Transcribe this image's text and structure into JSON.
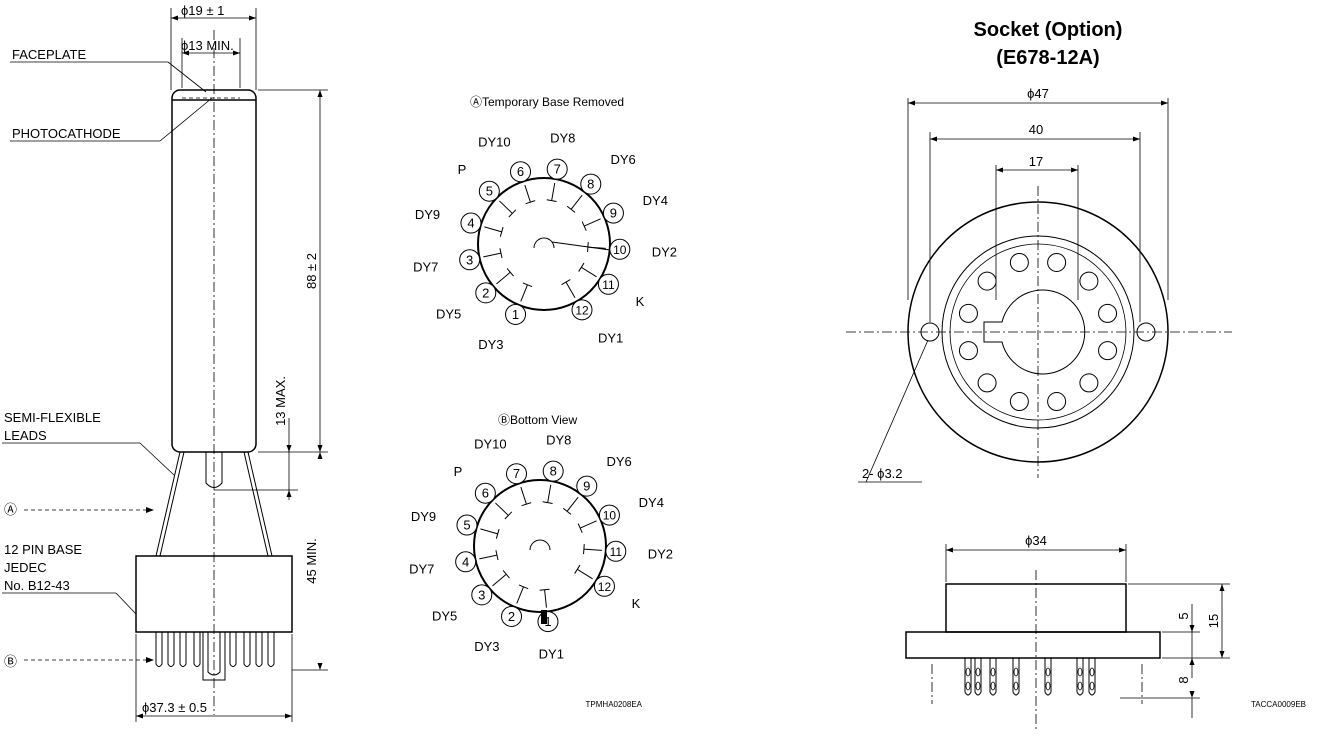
{
  "tube": {
    "dia_outer": "ϕ19 ± 1",
    "dia_inner": "ϕ13 MIN.",
    "faceplate": "FACEPLATE",
    "photocathode": "PHOTOCATHODE",
    "length": "88 ± 2",
    "max13": "13 MAX.",
    "semi1": "SEMI-FLEXIBLE",
    "semi2": "LEADS",
    "markA": "Ⓐ",
    "markB": "Ⓑ",
    "base1": "12 PIN BASE",
    "base2": "JEDEC",
    "base3": "No. B12-43",
    "min45": "45 MIN.",
    "dia_base": "ϕ37.3 ± 0.5",
    "code": "TPMHA0208EA"
  },
  "viewA": {
    "title": "ⒶTemporary Base Removed",
    "pins": [
      "1",
      "2",
      "3",
      "4",
      "5",
      "6",
      "7",
      "8",
      "9",
      "10",
      "11",
      "12"
    ],
    "labels": [
      "DY3",
      "DY5",
      "DY7",
      "DY9",
      "P",
      "DY10",
      "DY8",
      "DY6",
      "DY4",
      "DY2",
      "K",
      "DY1"
    ]
  },
  "viewB": {
    "title": "ⒷBottom View",
    "pins": [
      "1",
      "2",
      "3",
      "4",
      "5",
      "6",
      "7",
      "8",
      "9",
      "10",
      "11",
      "12"
    ],
    "labels": [
      "DY1",
      "DY3",
      "DY5",
      "DY7",
      "DY9",
      "P",
      "DY10",
      "DY8",
      "DY6",
      "DY4",
      "DY2",
      "K"
    ]
  },
  "socket": {
    "title1": "Socket (Option)",
    "title2": "(E678-12A)",
    "d47": "ϕ47",
    "d40": "40",
    "d17": "17",
    "holes": "2- ϕ3.2",
    "d34": "ϕ34",
    "h5": "5",
    "h15": "15",
    "h8": "8",
    "code": "TACCA0009EB"
  }
}
